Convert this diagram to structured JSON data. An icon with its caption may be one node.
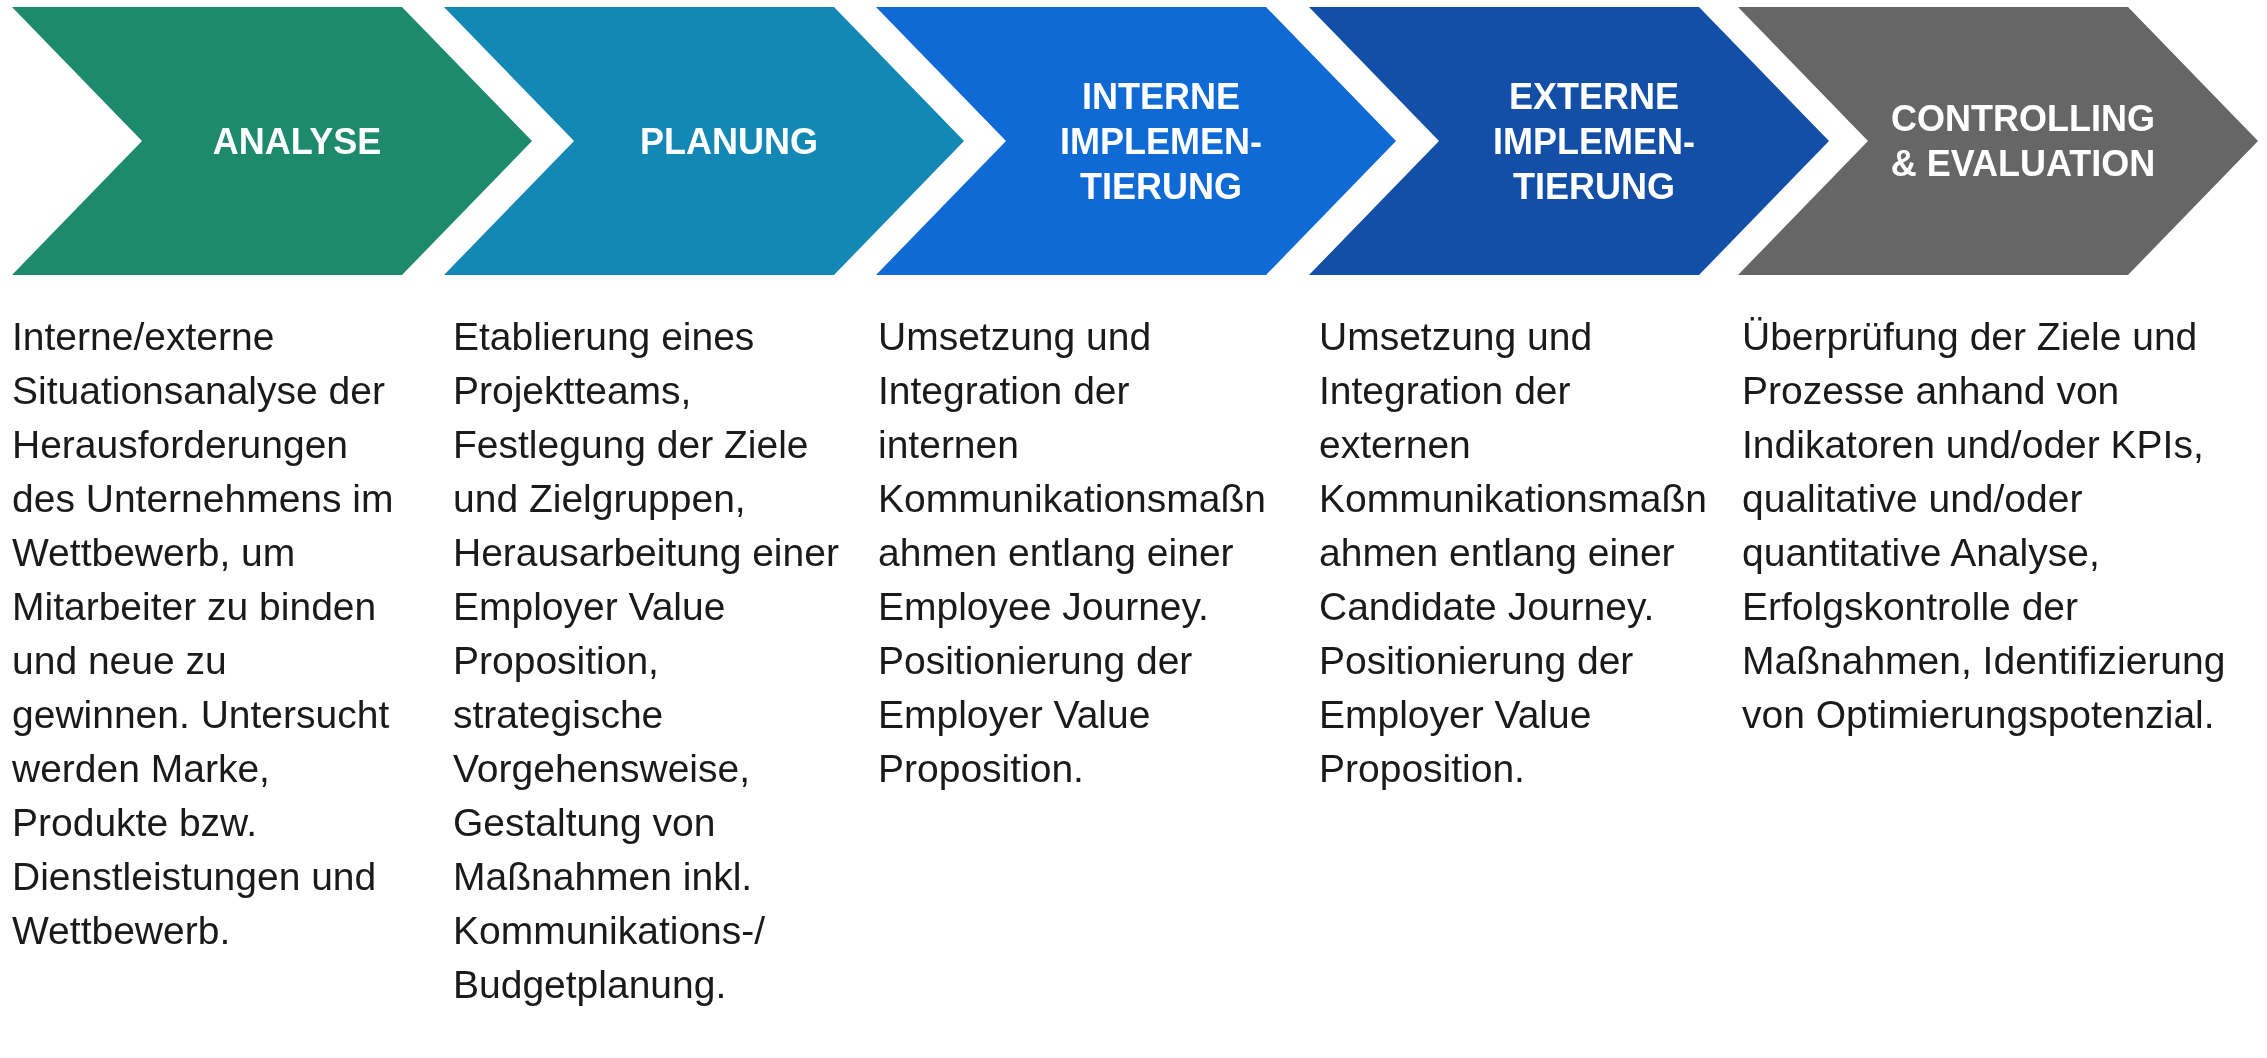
{
  "diagram": {
    "nodes": [
      {
        "text": [
          "ANALYSE"
        ],
        "beside": [
          "Interne/externe Situationsanalyse der Herausforderungen des Unternehmens im Wettbewerb, um Mitarbeiter zu binden und neue zu gewinnen. Untersucht werden Marke, Produkte bzw. Dienstleistungen und Wettbewerb."
        ]
      },
      {
        "text": [
          "PLANUNG"
        ],
        "beside": [
          "Etablierung eines Projektteams, Festlegung der Ziele und Zielgruppen, Herausarbeitung einer Employer Value Proposition, strategische Vorgehensweise, Gestaltung von Maßnahmen inkl. Kommunikations-/ Budgetplanung."
        ]
      },
      {
        "text": [
          "INTERNE IMPLEMEN-TIERUNG"
        ],
        "beside": [
          "Umsetzung und Integration der internen Kommunikationsmaßnahmen entlang einer Employee Journey. Positionierung der Employer Value Proposition."
        ]
      },
      {
        "text": [
          "EXTERNE IMPLEMEN-TIERUNG"
        ],
        "beside": [
          "Umsetzung und Integration der externen Kommunikationsmaßnahmen entlang einer Candidate Journey. Positionierung der Employer Value Proposition."
        ]
      },
      {
        "text": [
          "CONTROLLING & EVALUATION"
        ],
        "beside": [
          "Überprüfung der Ziele und Prozesse anhand von Indikatoren und/oder KPIs, qualitative und/oder quantitative Analyse, Erfolgskontrolle der Maßnahmen, Identifizierung von Optimierungspotenzial."
        ]
      }
    ],
    "edges": []
  }
}
